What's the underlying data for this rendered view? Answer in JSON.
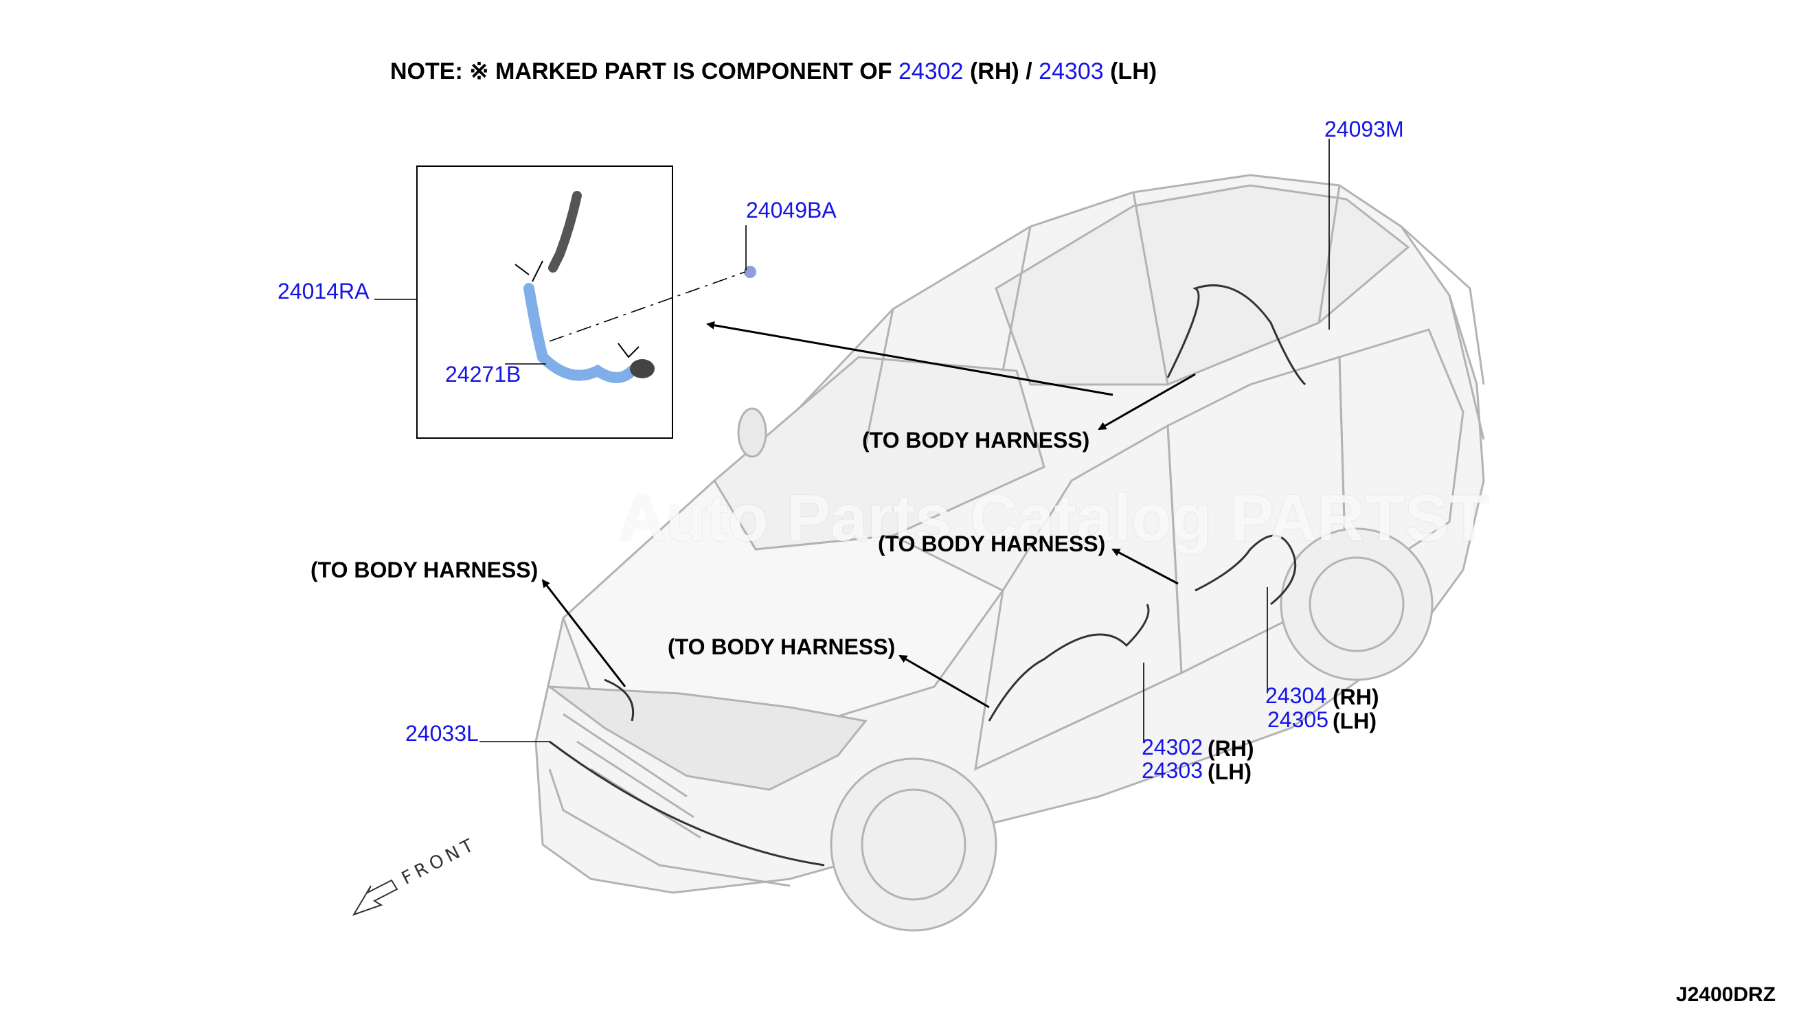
{
  "note": {
    "prefix": "NOTE: ※ MARKED PART IS COMPONENT OF",
    "part_rh": "24302",
    "rh_label": "(RH)",
    "separator": "/",
    "part_lh": "24303",
    "lh_label": "(LH)"
  },
  "parts": {
    "p24093M": "24093M",
    "p24049BA": "24049BA",
    "p24014RA": "24014RA",
    "p24271B": "24271B",
    "p24033L": "24033L",
    "p24304": "24304",
    "p24305": "24305",
    "p24302": "24302",
    "p24303": "24303"
  },
  "sides": {
    "rh": "(RH)",
    "lh": "(LH)"
  },
  "callouts": {
    "c1": "(TO BODY HARNESS)",
    "c2": "(TO BODY HARNESS)",
    "c3": "(TO BODY HARNESS)",
    "c4": "(TO BODY HARNESS)"
  },
  "watermark": "Auto Parts Catalog PARTST",
  "front_label": "FRONT",
  "diagram_id": "J2400DRZ",
  "colors": {
    "part_number": "#1414e6",
    "text": "#000000",
    "vehicle_lines": "#9a9a9a"
  }
}
